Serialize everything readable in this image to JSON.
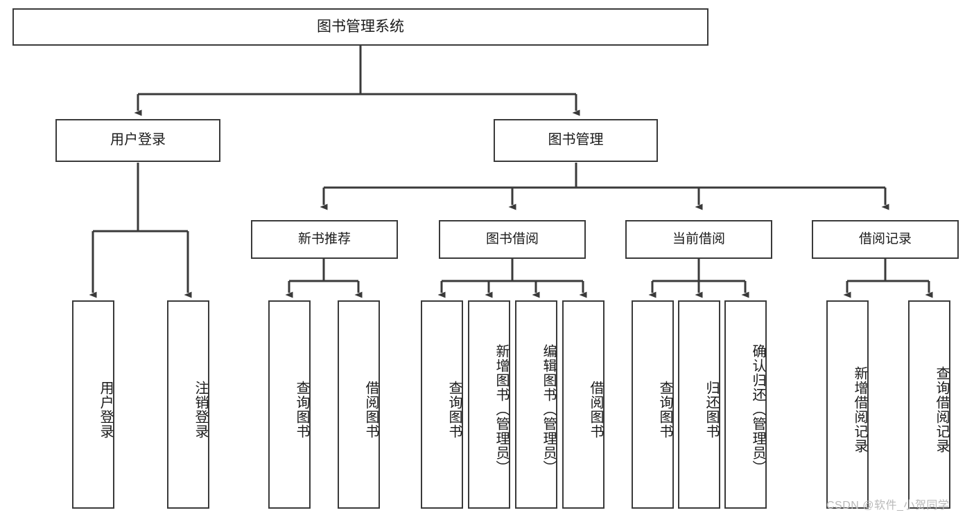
{
  "diagram": {
    "title": "图书管理系统",
    "watermark": "CSDN @软件_小贺同学",
    "line_color": "#3a3a3a",
    "box_fill": "#ffffff",
    "text_color": "#1a1a1a",
    "watermark_color": "#b9b9b9"
  },
  "nodes": {
    "root": {
      "label": "图书管理系统"
    },
    "level1": [
      {
        "label": "用户登录"
      },
      {
        "label": "图书管理"
      }
    ],
    "level2": [
      {
        "label": "新书推荐"
      },
      {
        "label": "图书借阅"
      },
      {
        "label": "当前借阅"
      },
      {
        "label": "借阅记录"
      }
    ],
    "leaves": [
      {
        "label": "用户登录",
        "parent": "用户登录"
      },
      {
        "label": "注销登录",
        "parent": "用户登录"
      },
      {
        "label": "查询图书",
        "parent": "新书推荐"
      },
      {
        "label": "借阅图书",
        "parent": "新书推荐"
      },
      {
        "label": "查询图书",
        "parent": "图书借阅"
      },
      {
        "label": "新增图书（管理员）",
        "parent": "图书借阅"
      },
      {
        "label": "编辑图书（管理员）",
        "parent": "图书借阅"
      },
      {
        "label": "借阅图书",
        "parent": "图书借阅"
      },
      {
        "label": "查询图书",
        "parent": "当前借阅"
      },
      {
        "label": "归还图书",
        "parent": "当前借阅"
      },
      {
        "label": "确认归还（管理员）",
        "parent": "当前借阅"
      },
      {
        "label": "新增借阅记录",
        "parent": "借阅记录"
      },
      {
        "label": "查询借阅记录",
        "parent": "借阅记录"
      }
    ]
  }
}
